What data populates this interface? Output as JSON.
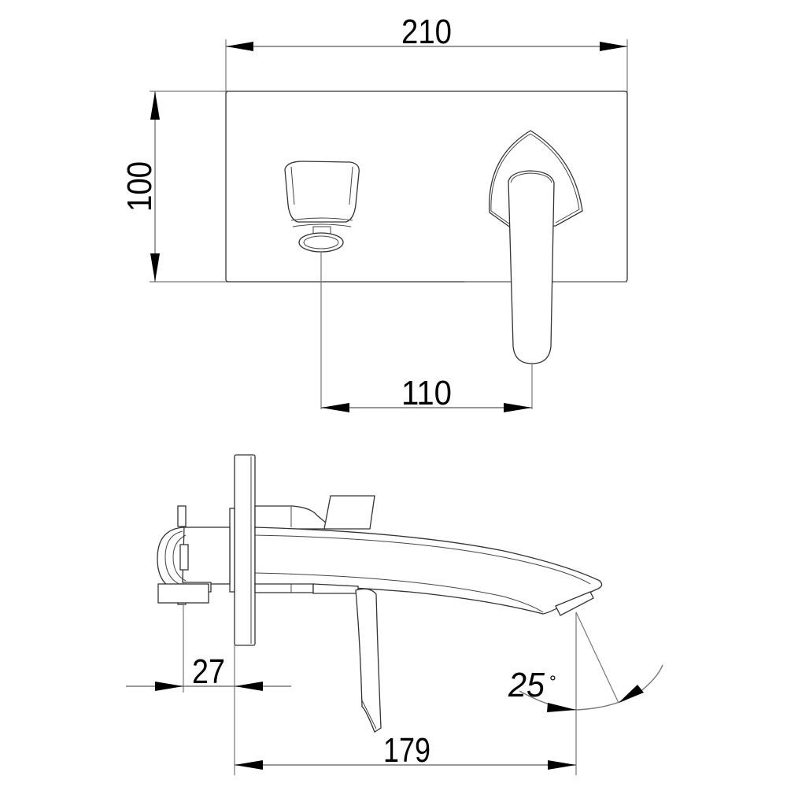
{
  "drawing": {
    "subject": "Wall-mounted basin faucet",
    "views": [
      {
        "name": "front-view",
        "description": "Wall plate with spout outlet and lever handle"
      },
      {
        "name": "side-view",
        "description": "Profile of spout, wall plate, and in-wall body"
      }
    ],
    "dimensions": {
      "plate_width": "210",
      "plate_height": "100",
      "spout_to_handle_spacing": "110",
      "wall_body_depth": "27",
      "spout_projection": "179",
      "spout_angle": "25",
      "spout_angle_unit": "°"
    },
    "colors": {
      "line": "#333333",
      "dimension_line": "#777777",
      "arrow": "#000000",
      "background": "#ffffff"
    }
  }
}
